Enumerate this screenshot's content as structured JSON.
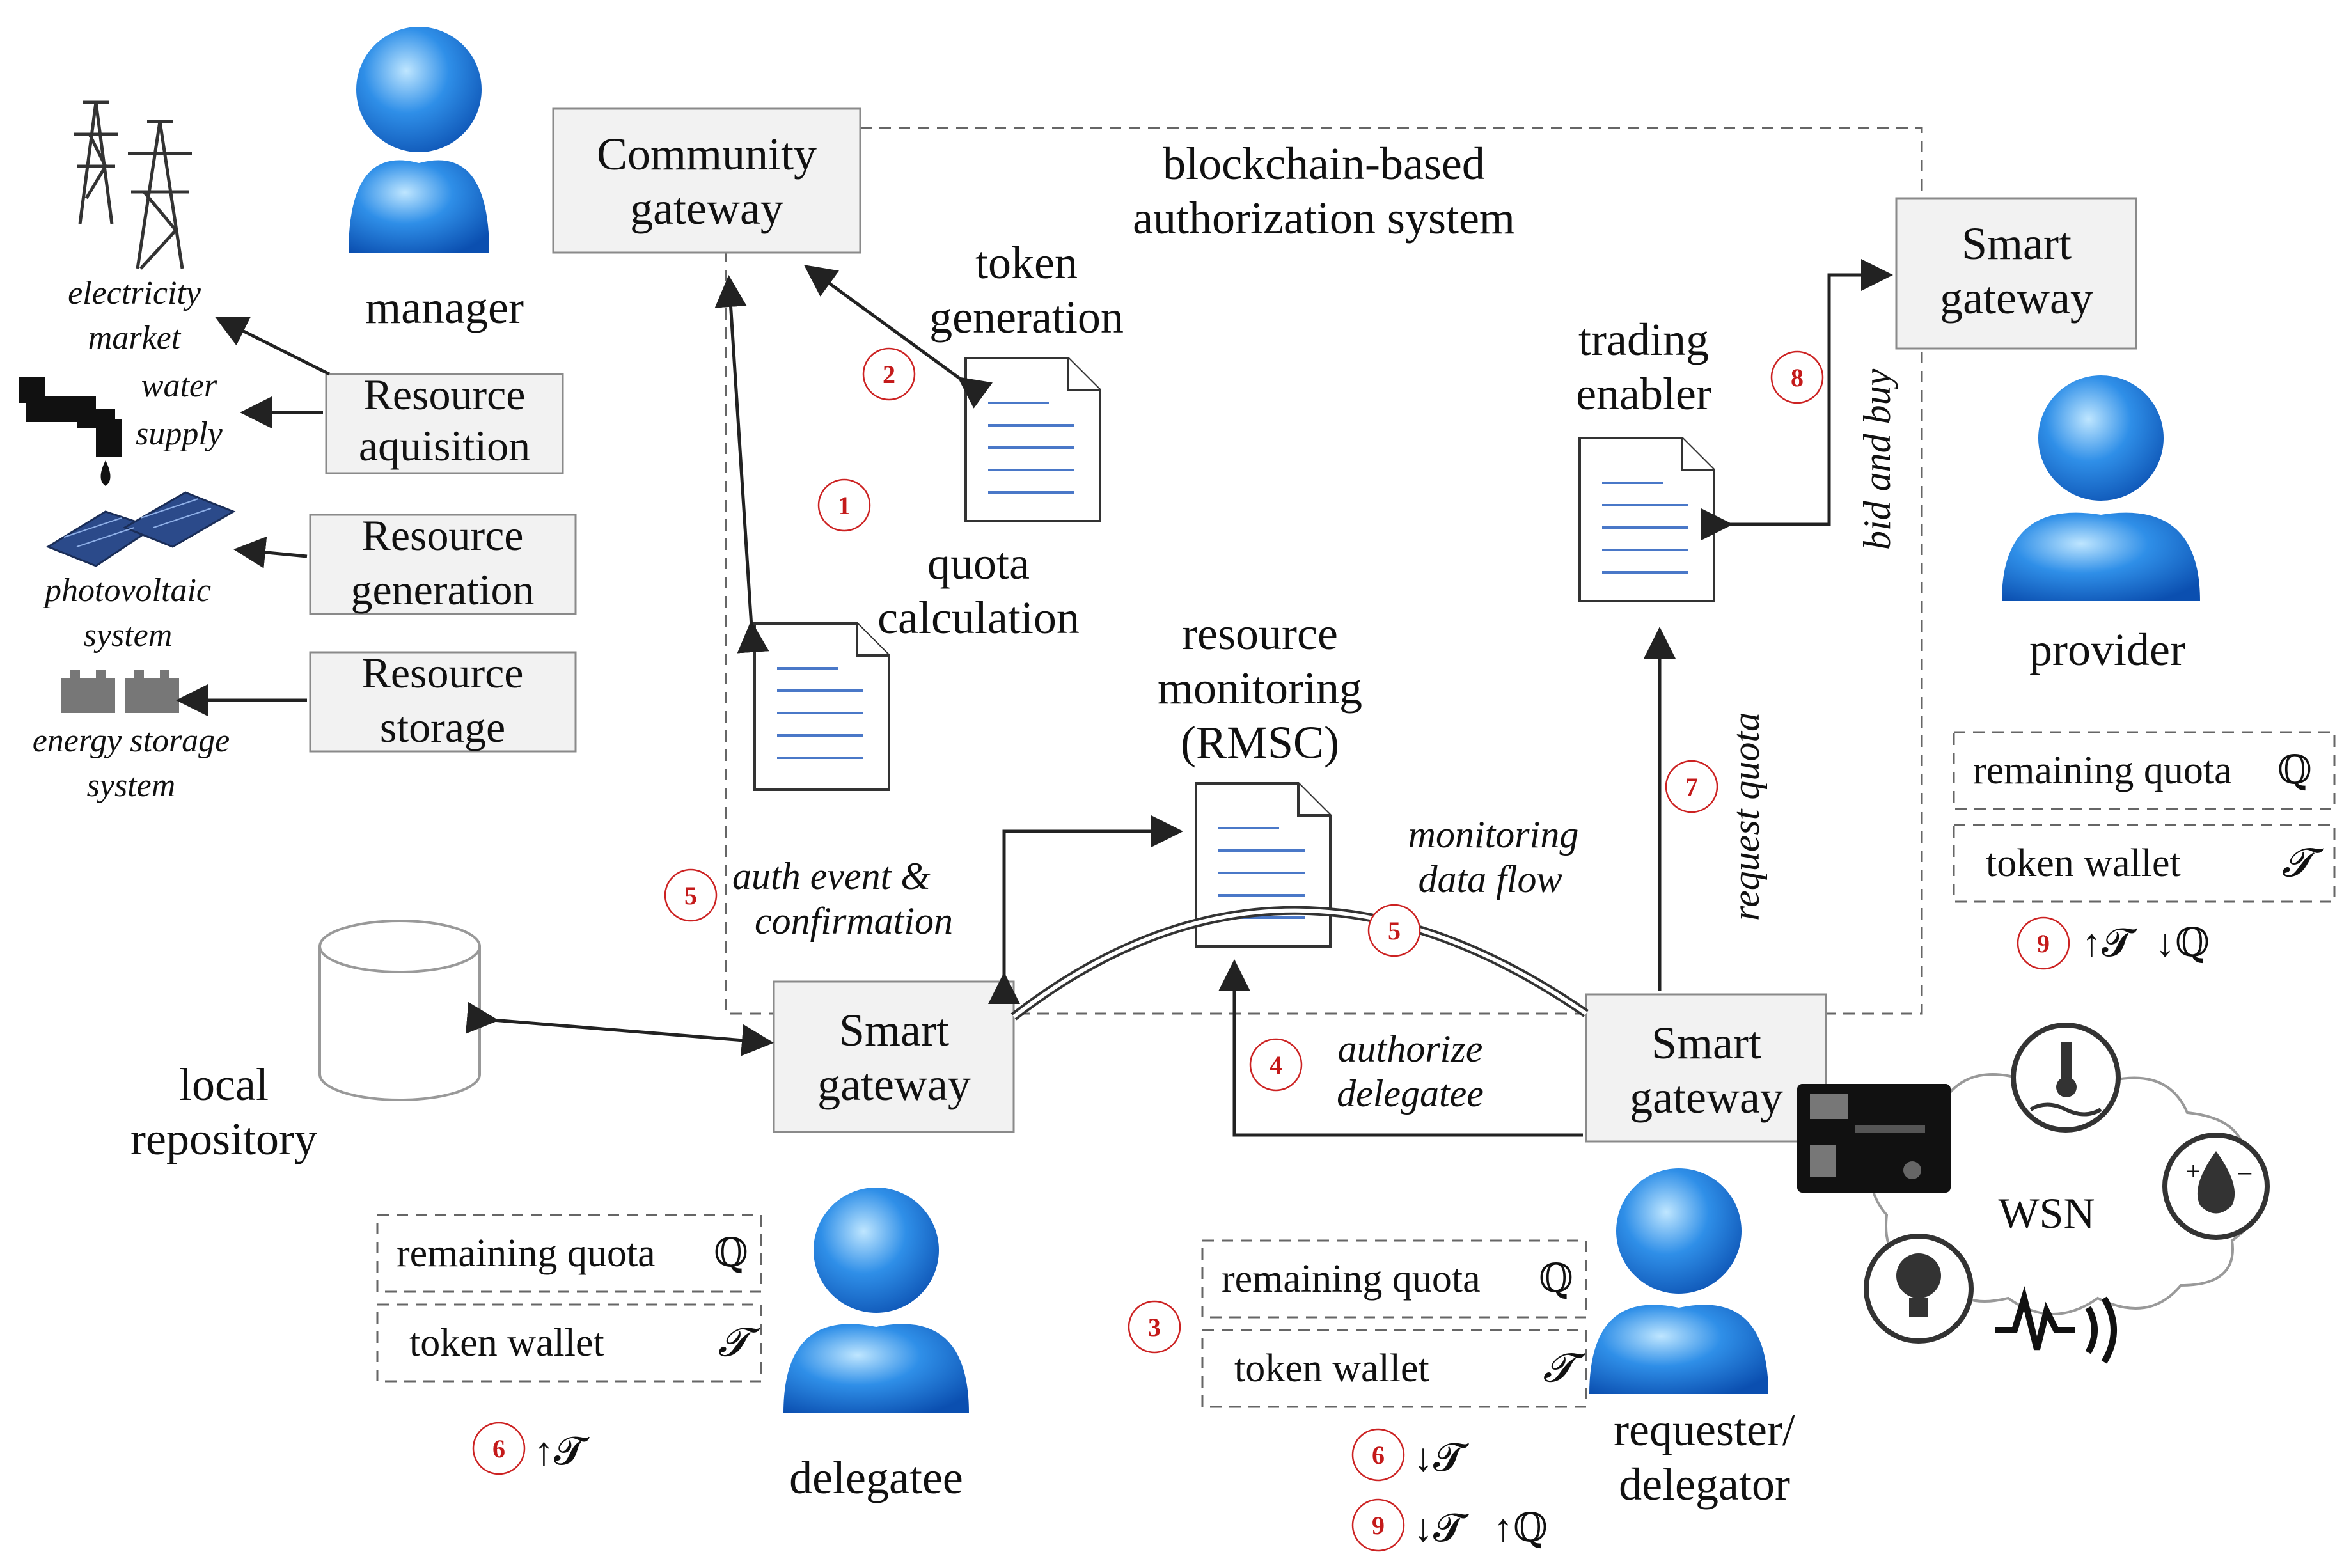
{
  "title": "blockchain-based authorization system",
  "actors": {
    "manager": "manager",
    "provider": "provider",
    "delegatee": "delegatee",
    "requester": [
      "requester/",
      "delegator"
    ]
  },
  "gateways": {
    "community": [
      "Community",
      "gateway"
    ],
    "smart_provider": [
      "Smart",
      "gateway"
    ],
    "smart_delegatee": [
      "Smart",
      "gateway"
    ],
    "smart_requester": [
      "Smart",
      "gateway"
    ]
  },
  "resources": {
    "aquisition": [
      "Resource",
      "aquisition"
    ],
    "generation": [
      "Resource",
      "generation"
    ],
    "storage": [
      "Resource",
      "storage"
    ]
  },
  "external": {
    "electricity": [
      "electricity",
      "market"
    ],
    "water": [
      "water",
      "supply"
    ],
    "photovoltaic": [
      "photovoltaic",
      "system"
    ],
    "energy_storage": [
      "energy storage",
      "system"
    ]
  },
  "contracts": {
    "token_generation": [
      "token",
      "generation"
    ],
    "quota_calculation": [
      "quota",
      "calculation"
    ],
    "trading_enabler": [
      "trading",
      "enabler"
    ],
    "resource_monitoring": [
      "resource",
      "monitoring",
      "(RMSC)"
    ]
  },
  "repository": [
    "local",
    "repository"
  ],
  "flows": {
    "auth_event": [
      "auth event &",
      "confirmation"
    ],
    "monitoring": [
      "monitoring",
      "data flow"
    ],
    "authorize": [
      "authorize",
      "delegatee"
    ],
    "request_quota": "request quota",
    "bid_and_buy": "bid and buy"
  },
  "wallets": {
    "remaining_quota": "remaining quota",
    "quota_symbol": "ℚ",
    "token_wallet": "token wallet",
    "token_symbol": "𝓣"
  },
  "wsn": "WSN",
  "steps": {
    "s1": "1",
    "s2": "2",
    "s3": "3",
    "s4": "4",
    "s5": "5",
    "s6": "6",
    "s7": "7",
    "s8": "8",
    "s9": "9"
  },
  "deltas": {
    "provider_9": [
      "↑𝓣",
      "↓ℚ"
    ],
    "delegatee_6": "↑𝓣",
    "requester_6": "↓𝓣",
    "requester_9": [
      "↓𝓣",
      "↑ℚ"
    ]
  },
  "colors": {
    "step_red": "#c41a1a",
    "doc_lines": "#4a78c8",
    "person_blue": "#1e7fe0"
  }
}
